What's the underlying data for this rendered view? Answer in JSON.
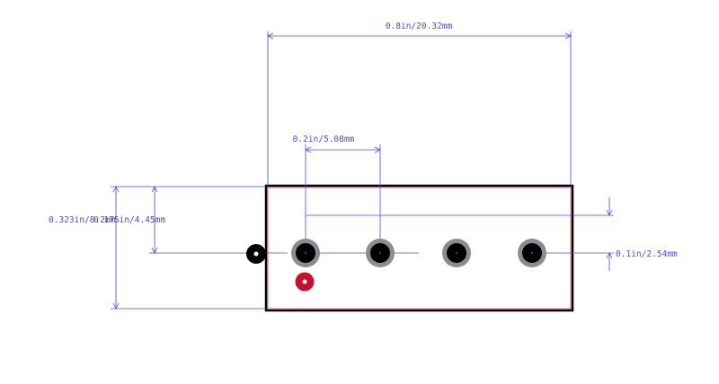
{
  "drawing": {
    "dimensions": {
      "overall_width": "0.8in/20.32mm",
      "pin_pitch": "0.2in/5.08mm",
      "body_height": "0.323in/8.2mm",
      "pin_offset": "0.175in/4.45mm",
      "pin_right_offset": "0.1in/2.54mm"
    },
    "colors": {
      "dimension": "#4a4ae8",
      "outline": "#000000",
      "pad_ring": "#8c8c8c",
      "pad_center": "#000000",
      "pin1_marker": "#c8102e",
      "mounting_hole": "#000000"
    },
    "pins": [
      "1",
      "2",
      "3",
      "4"
    ],
    "icons": {
      "pin1_marker": "pin1-marker-icon",
      "mounting_hole": "mounting-hole-icon"
    }
  }
}
